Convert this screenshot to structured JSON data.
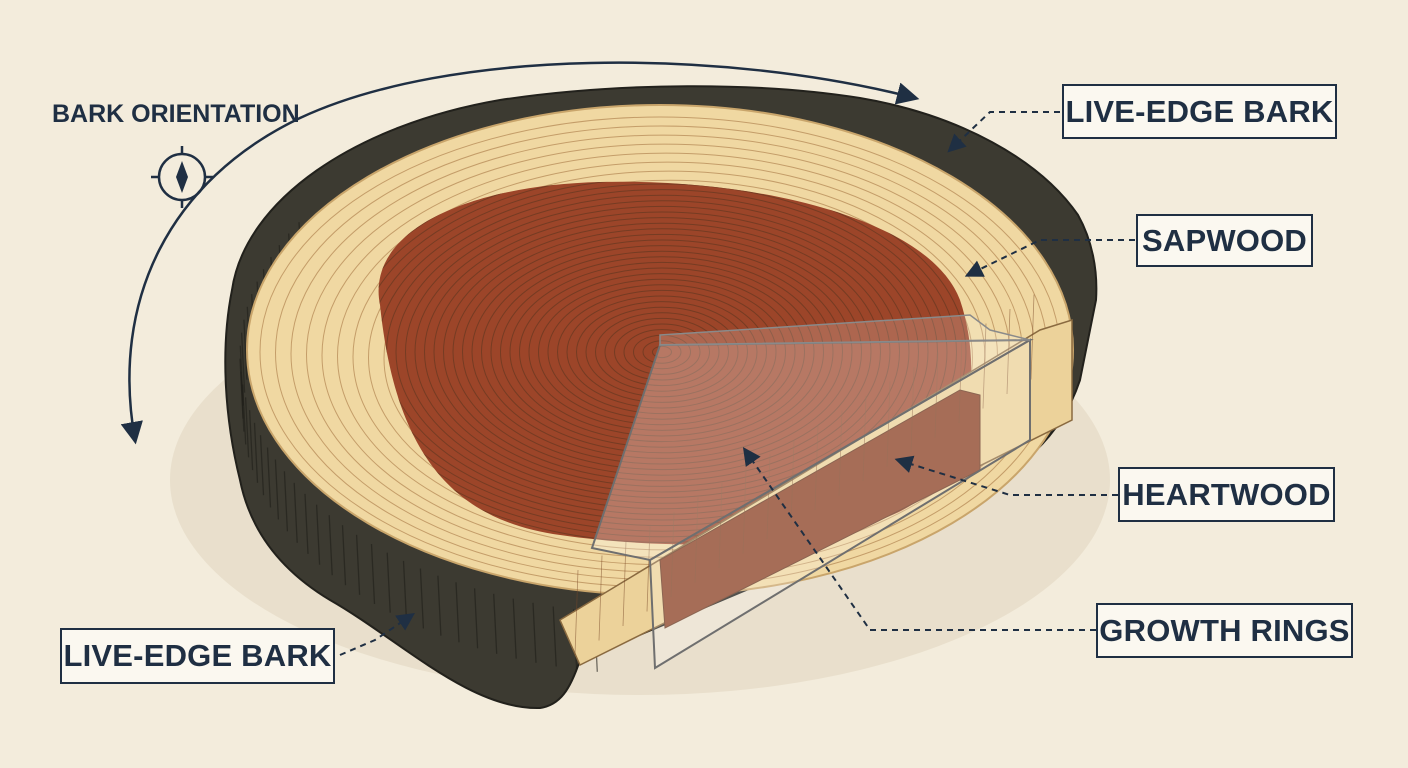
{
  "labels": {
    "bark_orientation": "BARK ORIENTATION",
    "live_edge_bark_top": "LIVE-EDGE BARK",
    "sapwood": "SAPWOOD",
    "heartwood": "HEARTWOOD",
    "growth_rings": "GROWTH RINGS",
    "live_edge_bark_bottom": "LIVE-EDGE BARK"
  },
  "icons": {
    "orientation": "compass-icon",
    "rotation": "curved-arrow-icon"
  },
  "colors": {
    "background": "#f3ecdc",
    "ink": "#1f2f43",
    "bark": "#3c3a31",
    "sapwood": "#f0d8a2",
    "heartwood": "#9c4529",
    "ring_line": "#6b3a22"
  }
}
